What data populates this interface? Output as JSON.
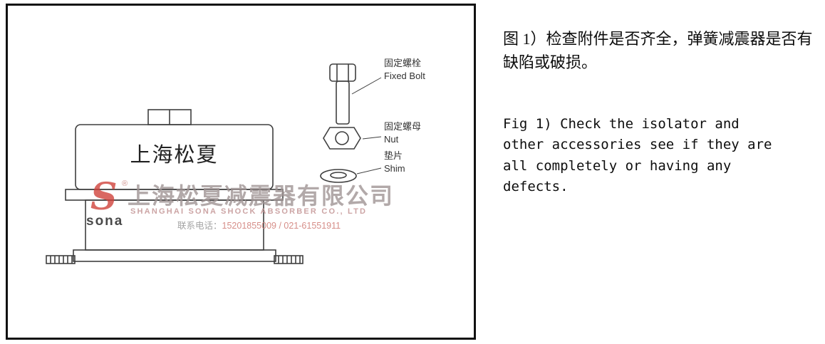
{
  "page": {
    "caption_cn": "图 1）检查附件是否齐全，弹簧减震器是否有缺陷或破损。",
    "caption_en": "Fig 1) Check the isolator and other accessories see if they are all completely or having any defects."
  },
  "diagram": {
    "product_text": "上海松夏",
    "labels": {
      "bolt_cn": "固定螺栓",
      "bolt_en": "Fixed Bolt",
      "nut_cn": "固定螺母",
      "nut_en": "Nut",
      "shim_cn": "垫片",
      "shim_en": "Shim"
    },
    "watermark": {
      "logo_glyph": "S",
      "registered": "®",
      "logo_text": "sona",
      "company_cn": "上海松夏减震器有限公司",
      "company_en": "SHANGHAI SONA SHOCK ABSORBER CO., LTD",
      "phone_label": "联系电话：",
      "phone": "15201855009 / 021-61551911"
    },
    "colors": {
      "line": "#3f3f3f",
      "watermark_red": "#d0433c"
    }
  }
}
